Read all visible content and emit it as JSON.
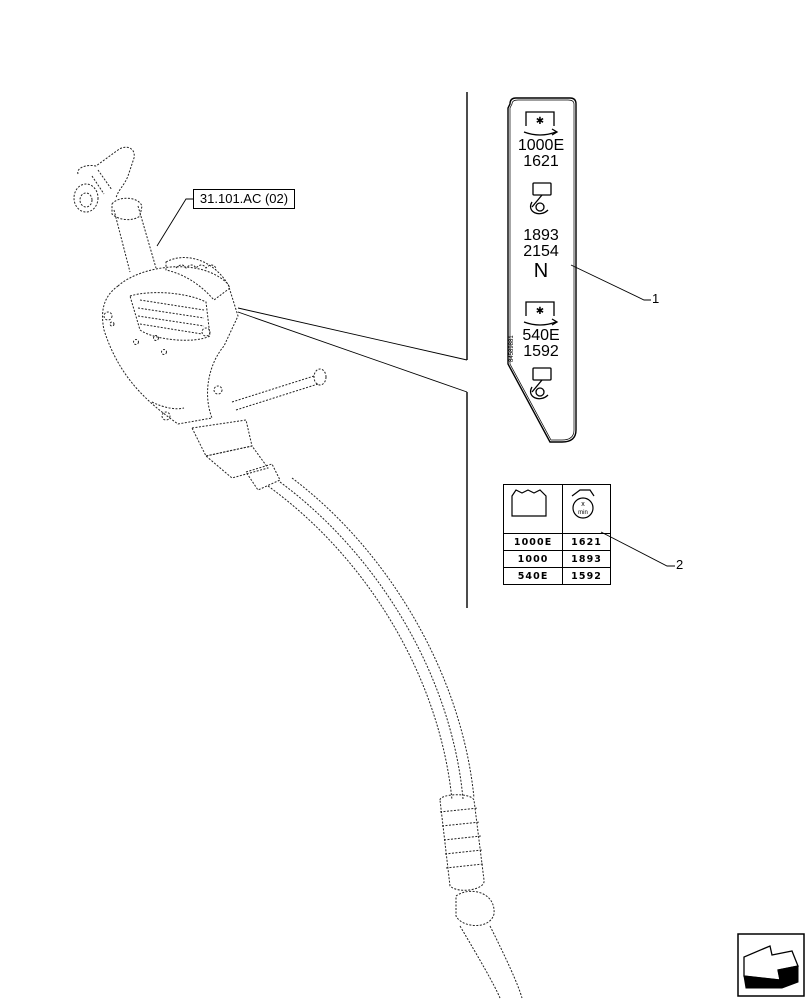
{
  "reference": {
    "label": "31.101.AC (02)"
  },
  "callouts": [
    {
      "number": "1"
    },
    {
      "number": "2"
    }
  ],
  "decal": {
    "lines_top": [
      "1000E",
      "1621"
    ],
    "lines_mid": [
      "1893",
      "2154",
      "N"
    ],
    "lines_bottom": [
      "540E",
      "1592"
    ],
    "side_code": "84589881"
  },
  "speed_table": {
    "rows": [
      {
        "mode": "1000E",
        "rpm": "1621"
      },
      {
        "mode": "1000",
        "rpm": "1893"
      },
      {
        "mode": "540E",
        "rpm": "1592"
      }
    ],
    "rpm_icon_text": "min"
  },
  "icons": [
    "pto-shaft-icon",
    "pto-lever-icon",
    "engine-rpm-icon",
    "navigation-arrow-icon"
  ]
}
